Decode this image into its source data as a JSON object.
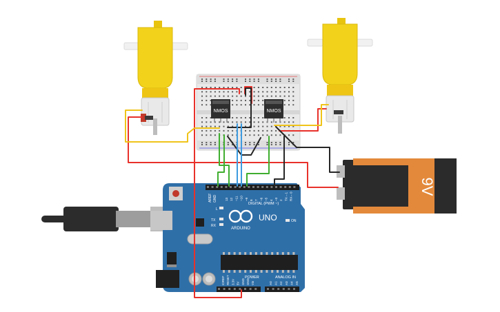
{
  "battery": {
    "label": "9V",
    "body_color": "#e3893b",
    "cap_color": "#2b2b2b"
  },
  "mosfets": [
    {
      "label": "NMOS"
    },
    {
      "label": "NMOS"
    }
  ],
  "arduino": {
    "logo_text": "ARDUINO",
    "model_text": "UNO",
    "on_label": "ON",
    "digital_label": "DIGITAL (PWM ~)",
    "analog_label": "ANALOG IN",
    "power_label": "POWER",
    "aref_label": "AREF",
    "gnd_label": "GND",
    "l_label": "L",
    "tx_label": "TX",
    "rx_label": "RX",
    "digital_pins": [
      "13",
      "12",
      "~11",
      "~10",
      "~9",
      "8",
      "7",
      "~6",
      "~5",
      "4",
      "~3",
      "2",
      "TX→1",
      "RX←0"
    ],
    "power_pins": [
      "IOREF",
      "RESET",
      "3.3V",
      "5V",
      "GND",
      "GND",
      "Vin"
    ],
    "analog_pins": [
      "A0",
      "A1",
      "A2",
      "A3",
      "A4",
      "A5"
    ],
    "board_color": "#2f6fa8"
  },
  "motors": [
    {
      "color": "#f2d21b"
    },
    {
      "color": "#f2d21b"
    }
  ],
  "wire_colors": {
    "red": "#e8312a",
    "black": "#262626",
    "yellow": "#f0c419",
    "green": "#3fae2f",
    "blue": "#3d9be0"
  }
}
